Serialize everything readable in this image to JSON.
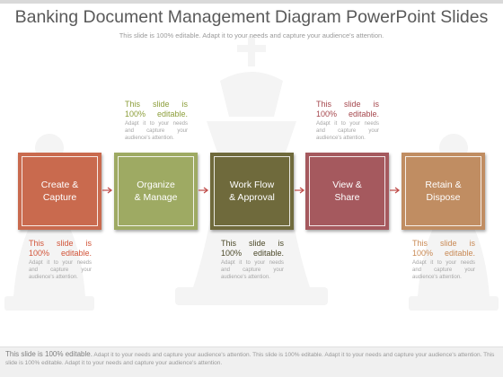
{
  "header": {
    "title": "Banking Document Management Diagram PowerPoint Slides",
    "subtitle": "This slide is 100% editable. Adapt it to your needs and capture your audience's attention."
  },
  "steps": [
    {
      "label": "Create &\nCapture",
      "color": "#c96a4e"
    },
    {
      "label": "Organize\n& Manage",
      "color": "#9eaa63"
    },
    {
      "label": "Work Flow\n& Approval",
      "color": "#6f6a3c"
    },
    {
      "label": "View &\nShare",
      "color": "#a5595e"
    },
    {
      "label": "Retain &\nDispose",
      "color": "#c08d62"
    }
  ],
  "notes": [
    {
      "big": "This slide is 100% editable.",
      "small": "Adapt it to your needs and capture your audience's attention.",
      "color": "#d2553a"
    },
    {
      "big": "This slide is 100% editable.",
      "small": "Adapt it to your needs and capture your audience's attention.",
      "color": "#8c9e3a"
    },
    {
      "big": "This slide is 100% editable.",
      "small": "Adapt it to your needs and capture your audience's attention.",
      "color": "#4d4a2a"
    },
    {
      "big": "This slide is 100% editable.",
      "small": "Adapt it to your needs and capture your audience's attention.",
      "color": "#a5474d"
    },
    {
      "big": "This slide is 100% editable.",
      "small": "Adapt it to your needs and capture your audience's attention.",
      "color": "#c98a55"
    }
  ],
  "footer": {
    "lead": "This slide is 100% editable.",
    "text": "Adapt it to your needs and capture your audience's attention. This slide is 100% editable. Adapt it to your needs and capture your audience's attention. This slide is 100% editable. Adapt it to your needs and capture your audience's attention."
  },
  "colors": {
    "arrow": "#c0504d",
    "title": "#595959"
  },
  "icons": {
    "arrow": "arrow-right-icon",
    "watermark": "chess-pieces-watermark"
  }
}
